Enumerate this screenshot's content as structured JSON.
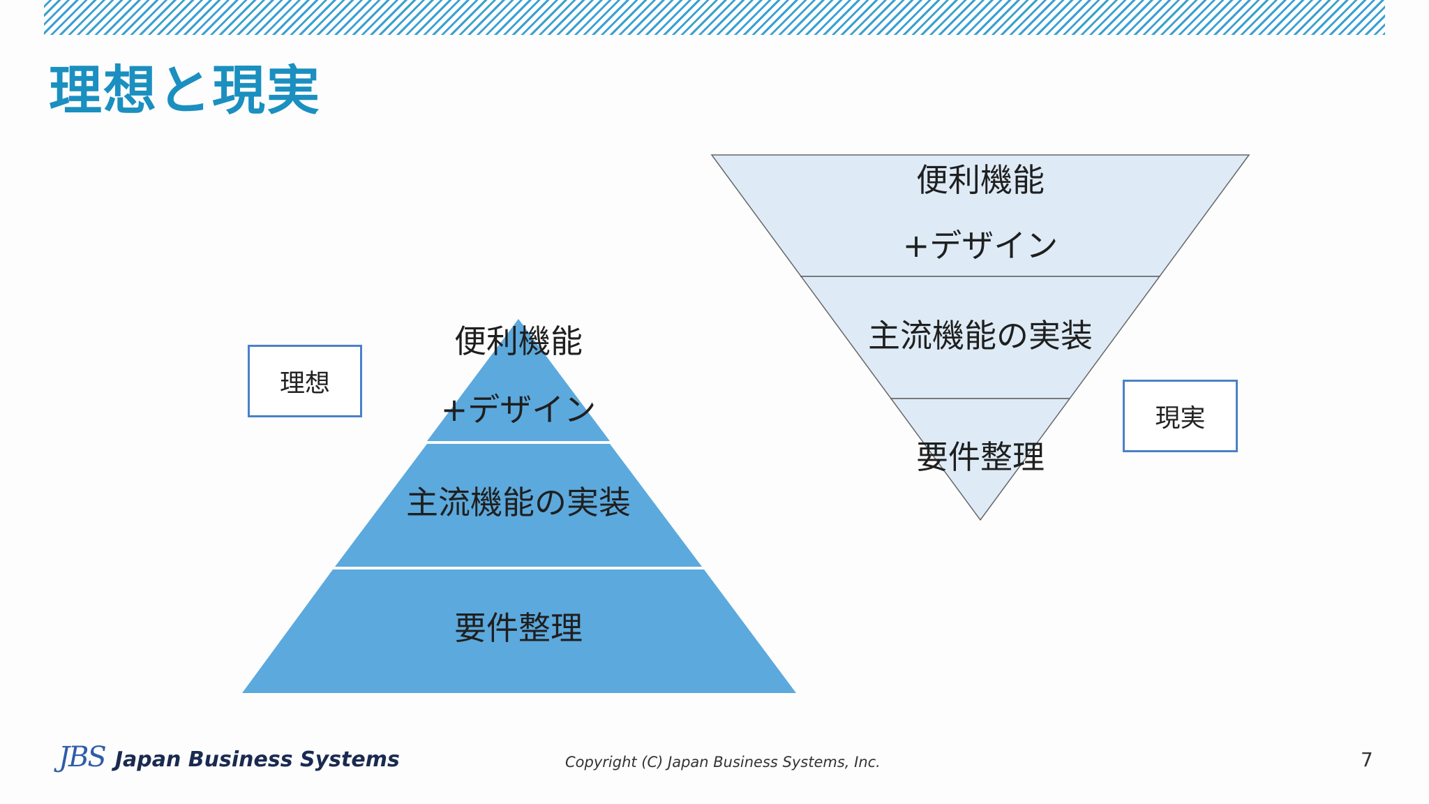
{
  "title": "理想と現実",
  "ideal": {
    "box_label": "理想",
    "tiers": {
      "top_line1": "便利機能",
      "top_line2": "+デザイン",
      "middle": "主流機能の実装",
      "bottom": "要件整理"
    },
    "fill_color": "#5ca9dd"
  },
  "reality": {
    "box_label": "現実",
    "tiers": {
      "top_line1": "便利機能",
      "top_line2": "+デザイン",
      "middle": "主流機能の実装",
      "bottom": "要件整理"
    },
    "fill_color": "#deebf6"
  },
  "footer": {
    "logo_mark": "JBS",
    "company": "Japan Business Systems",
    "copyright": "Copyright (C) Japan Business Systems, Inc.",
    "page_number": "7"
  },
  "colors": {
    "accent": "#1a8fc0",
    "stripe": "#3aa0d0",
    "box_border": "#4a80c8"
  }
}
